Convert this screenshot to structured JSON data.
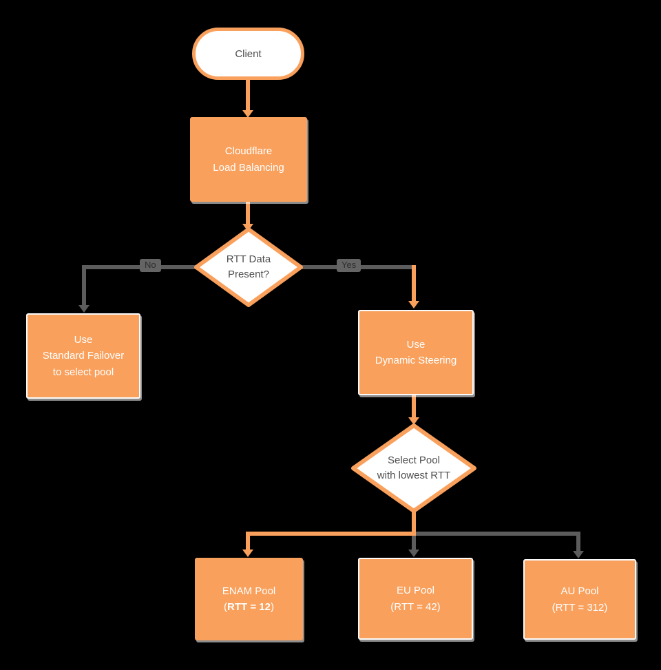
{
  "diagram": {
    "background": "#000000",
    "accent_orange": "#F9A05C",
    "connector_gray": "#5C5C5C",
    "nodes": {
      "client": {
        "label": "Client"
      },
      "load_balancing": {
        "label": "Cloudflare\nLoad Balancing"
      },
      "rtt_decision": {
        "label": "RTT Data\nPresent?"
      },
      "standard_failover": {
        "label": "Use\nStandard Failover\nto select pool"
      },
      "dynamic_steering": {
        "label": "Use\nDynamic Steering"
      },
      "select_pool": {
        "label": "Select Pool\nwith lowest RTT"
      },
      "enam_pool": {
        "title": "ENAM Pool",
        "paren_open": "(",
        "rtt_bold": "RTT = 12",
        "paren_close": ")"
      },
      "eu_pool": {
        "label": "EU Pool\n(RTT = 42)"
      },
      "au_pool": {
        "label": "AU Pool\n(RTT = 312)"
      }
    },
    "edge_labels": {
      "no": "No",
      "yes": "Yes"
    }
  }
}
